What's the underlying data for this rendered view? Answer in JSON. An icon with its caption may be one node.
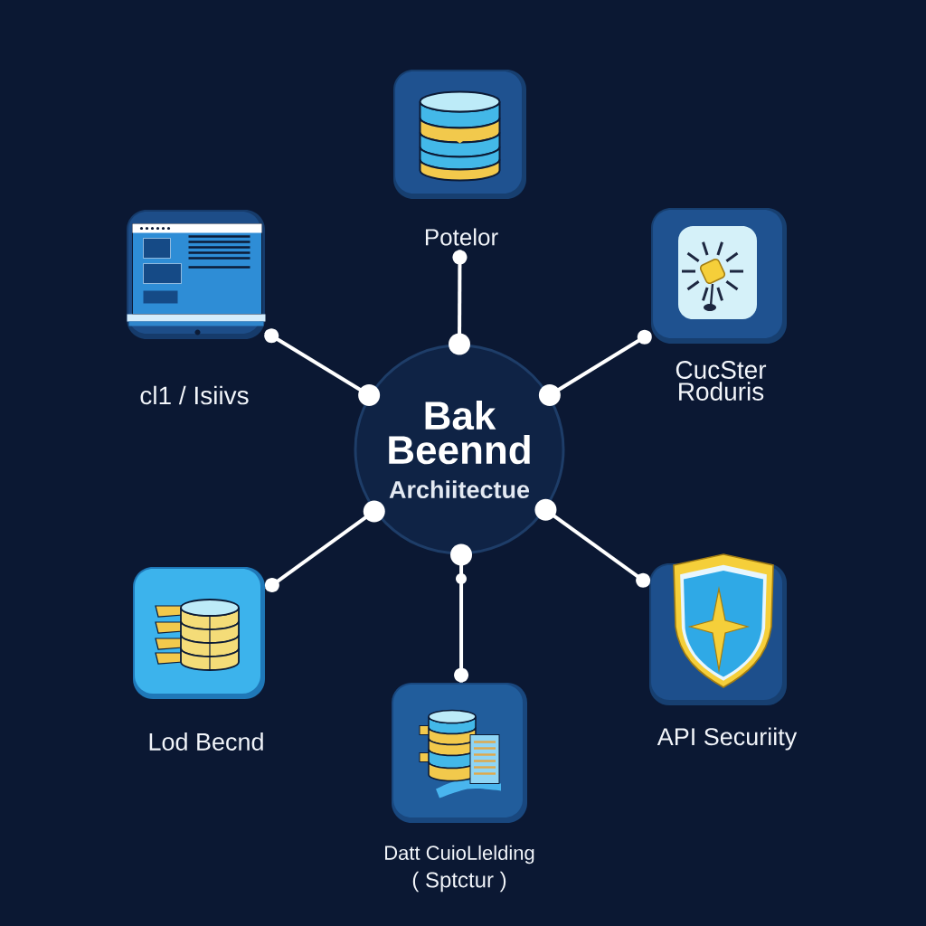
{
  "diagram": {
    "nodes": [
      {
        "text": [
          "Bak Beennd",
          "Archiitectue"
        ]
      },
      {
        "text": [
          "Potelor"
        ]
      },
      {
        "text": [
          "cl1 / Isiivs"
        ]
      },
      {
        "text": [
          "CucSter Roduris"
        ]
      },
      {
        "text": [
          "Lod Becnd"
        ]
      },
      {
        "text": [
          "API Securiity"
        ]
      },
      {
        "text": [
          "Datt CuioLlelding",
          "( Sptctur )"
        ]
      }
    ],
    "edges": [
      {
        "from": 0,
        "to": 1,
        "arrow": "other"
      },
      {
        "from": 0,
        "to": 2,
        "arrow": "other"
      },
      {
        "from": 0,
        "to": 3,
        "arrow": "other"
      },
      {
        "from": 0,
        "to": 4,
        "arrow": "other"
      },
      {
        "from": 0,
        "to": 5,
        "arrow": "other"
      },
      {
        "from": 0,
        "to": 6,
        "arrow": "other"
      }
    ]
  }
}
